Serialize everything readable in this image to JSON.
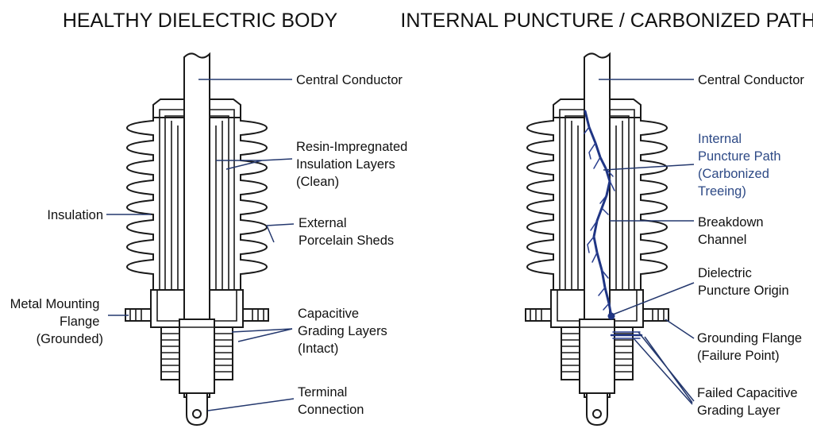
{
  "panels": {
    "healthy": {
      "title": "HEALTHY DIELECTRIC BODY",
      "labels": {
        "central_conductor": [
          "Central Conductor"
        ],
        "insulation_layers": [
          "Resin-Impregnated",
          "Insulation Layers",
          "(Clean)"
        ],
        "insulation": [
          "Insulation"
        ],
        "sheds": [
          "External",
          "Porcelain Sheds"
        ],
        "flange": [
          "Metal Mounting",
          "Flange",
          "(Grounded)"
        ],
        "grading": [
          "Capacitive",
          "Grading Layers",
          "(Intact)"
        ],
        "terminal": [
          "Terminal",
          "Connection"
        ]
      }
    },
    "failed": {
      "title": "INTERNAL PUNCTURE / CARBONIZED PATH",
      "labels": {
        "central_conductor": [
          "Central Conductor"
        ],
        "puncture_path": [
          "Internal",
          "Puncture Path",
          "(Carbonized",
          "Treeing)"
        ],
        "breakdown": [
          "Breakdown",
          "Channel"
        ],
        "origin": [
          "Dielectric",
          "Puncture Origin"
        ],
        "grounding_flange": [
          "Grounding Flange",
          "(Failure Point)"
        ],
        "failed_grading": [
          "Failed Capacitive",
          "Grading Layer"
        ]
      }
    }
  },
  "colors": {
    "accent": "#2e4a86",
    "puncture": "#1f3584",
    "leader": "#24386e",
    "outline": "#1a1a1a"
  }
}
